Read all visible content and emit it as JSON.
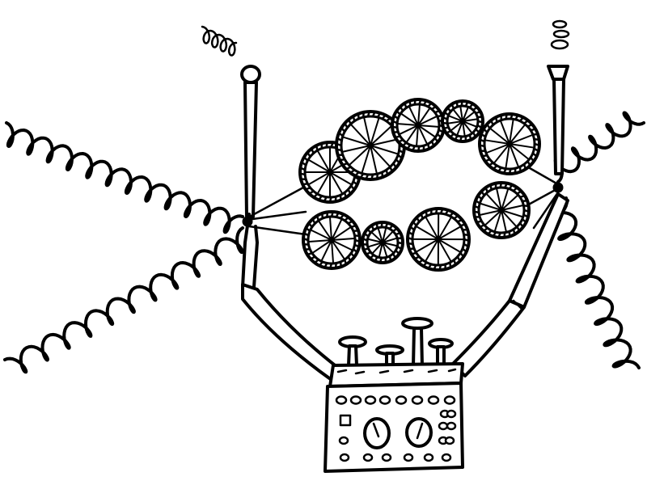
{
  "scene": {
    "subject": "line-drawing",
    "wheel_count": 9,
    "coil_count": 4,
    "knob_count": 4,
    "gauge_count": 2
  },
  "colors": {
    "ink": "#000000",
    "paper": "#ffffff"
  }
}
